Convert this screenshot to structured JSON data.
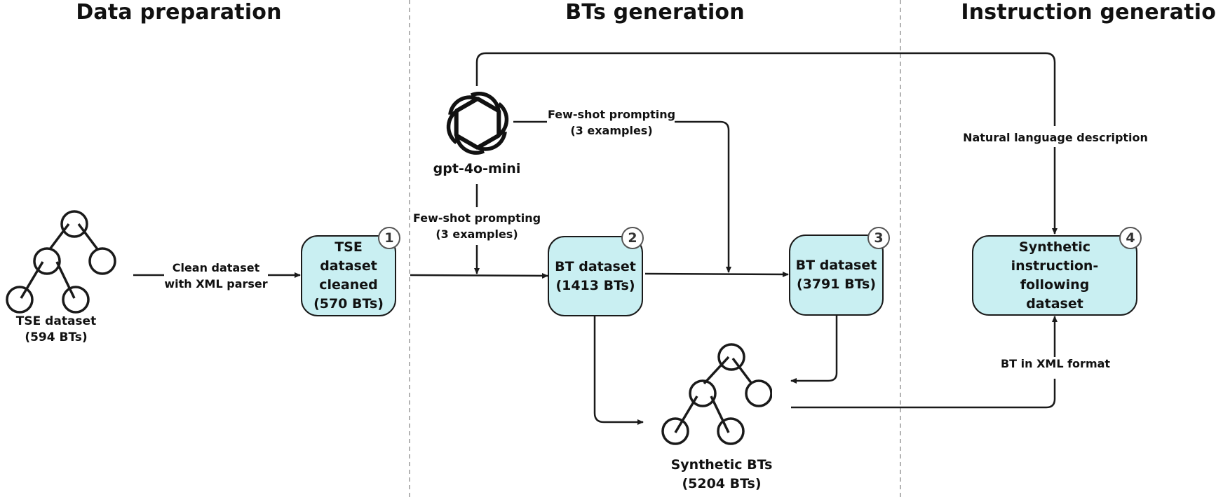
{
  "sections": {
    "prep": "Data preparation",
    "gen": "BTs generation",
    "instr": "Instruction generation"
  },
  "tse_dataset": {
    "line1": "TSE dataset",
    "line2": "(594 BTs)"
  },
  "edge_clean": {
    "line1": "Clean dataset",
    "line2": "with XML parser"
  },
  "box1": {
    "badge": "1",
    "line1": "TSE dataset",
    "line2": "cleaned",
    "line3": "(570 BTs)"
  },
  "gpt": {
    "label": "gpt-4o-mini"
  },
  "edge_fewshot_top": {
    "line1": "Few-shot prompting",
    "line2": "(3 examples)"
  },
  "edge_fewshot_left": {
    "line1": "Few-shot prompting",
    "line2": "(3 examples)"
  },
  "box2": {
    "badge": "2",
    "line1": "BT dataset",
    "line2": "(1413 BTs)"
  },
  "box3": {
    "badge": "3",
    "line1": "BT dataset",
    "line2": "(3791 BTs)"
  },
  "box4": {
    "badge": "4",
    "line1": "Synthetic",
    "line2": "instruction-following",
    "line3": "dataset"
  },
  "edge_nl": {
    "text": "Natural language description"
  },
  "edge_xml": {
    "text": "BT in XML format"
  },
  "synthetic": {
    "line1": "Synthetic BTs",
    "line2": "(5204 BTs)"
  },
  "colors": {
    "box_fill": "#c9eff2",
    "stroke": "#1a1a1a",
    "divider": "#9a9a9a"
  }
}
